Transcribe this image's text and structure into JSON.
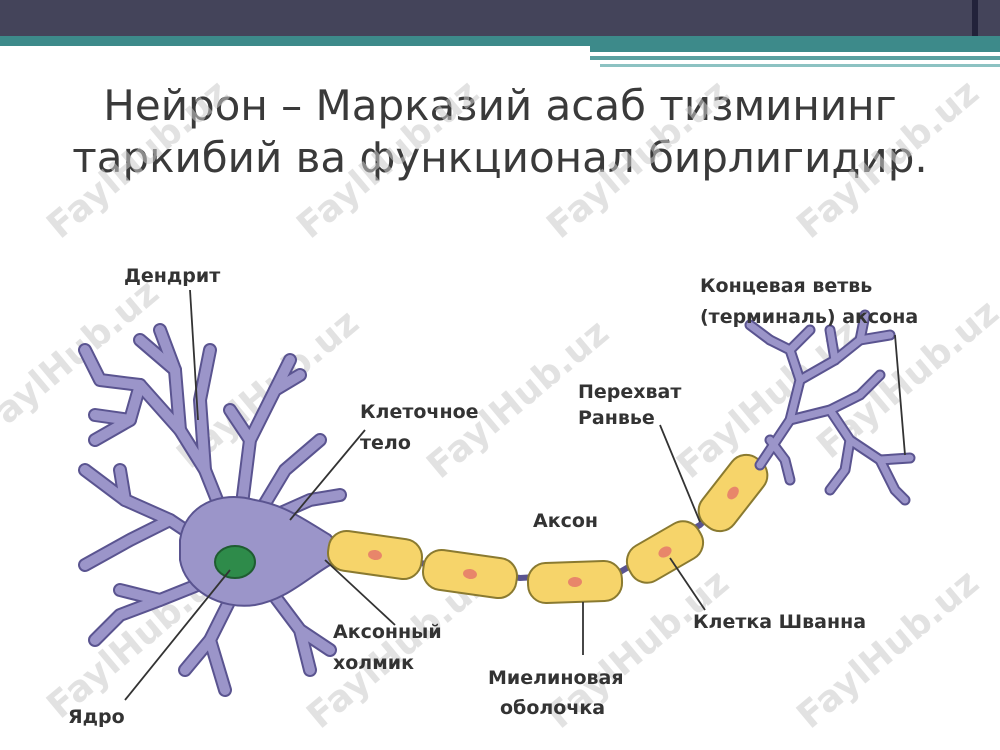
{
  "slide": {
    "title_line1": "Нейрон – Марказий асаб тизмининг",
    "title_line2": "таркибий ва функционал бирлигидир."
  },
  "labels": {
    "dendrite": "Дендрит",
    "cell_body_1": "Клеточное",
    "cell_body_2": "тело",
    "axon_hillock_1": "Аксонный",
    "axon_hillock_2": "холмик",
    "nucleus": "Ядро",
    "axon": "Аксон",
    "myelin_1": "Миелиновая",
    "myelin_2": "оболочка",
    "ranvier_1": "Перехват",
    "ranvier_2": "Ранвье",
    "schwann": "Клетка Шванна",
    "terminal_1": "Концевая ветвь",
    "terminal_2": "(терминаль) аксона"
  },
  "watermark": "FaylHub.uz",
  "colors": {
    "neuron": "#9b95c9",
    "neuron_outline": "#5a5490",
    "myelin": "#f6d46a",
    "myelin_outline": "#8a7a30",
    "nucleus": "#2e8b4a",
    "schwann_nucleus": "#e8866a"
  }
}
